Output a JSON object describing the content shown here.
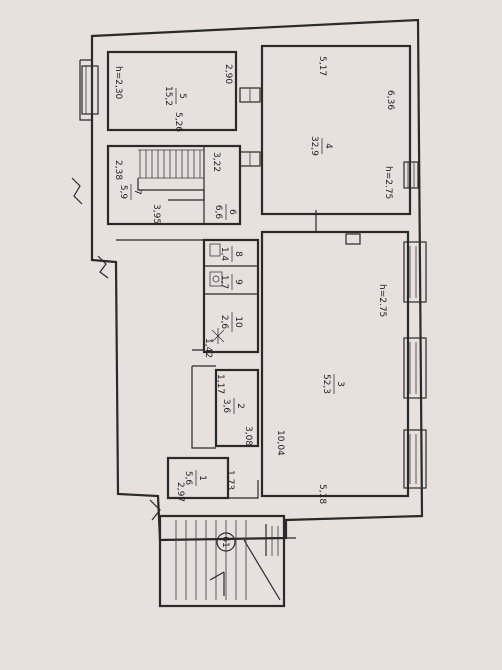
{
  "rooms": [
    {
      "id": "1",
      "number": "1",
      "area": "5,6"
    },
    {
      "id": "2",
      "number": "2",
      "area": "3,6"
    },
    {
      "id": "3",
      "number": "3",
      "area": "52,3"
    },
    {
      "id": "4",
      "number": "4",
      "area": "32,9"
    },
    {
      "id": "5",
      "number": "5",
      "area": "15,2"
    },
    {
      "id": "6",
      "number": "6",
      "area": "6,6"
    },
    {
      "id": "7",
      "number": "7",
      "area": "5,9"
    },
    {
      "id": "8",
      "number": "8",
      "area": "1,4"
    },
    {
      "id": "9",
      "number": "9",
      "area": "1,7"
    },
    {
      "id": "10",
      "number": "10",
      "area": "2,6"
    }
  ],
  "dimensions": {
    "d_h230": "h=2,30",
    "d_290": "2,90",
    "d_526": "5,26",
    "d_517": "5,17",
    "d_636": "6,36",
    "d_h275_r4": "h=2.75",
    "d_238": "2,38",
    "d_322": "3,22",
    "d_395": "3,95",
    "d_h275_r3": "h=2.75",
    "d_1004": "10,04",
    "d_518": "5,18",
    "d_142": "1,42",
    "d_117": "1,17",
    "d_308": "3,08",
    "d_173": "1,73",
    "d_297": "2,97"
  },
  "building_label": "61"
}
